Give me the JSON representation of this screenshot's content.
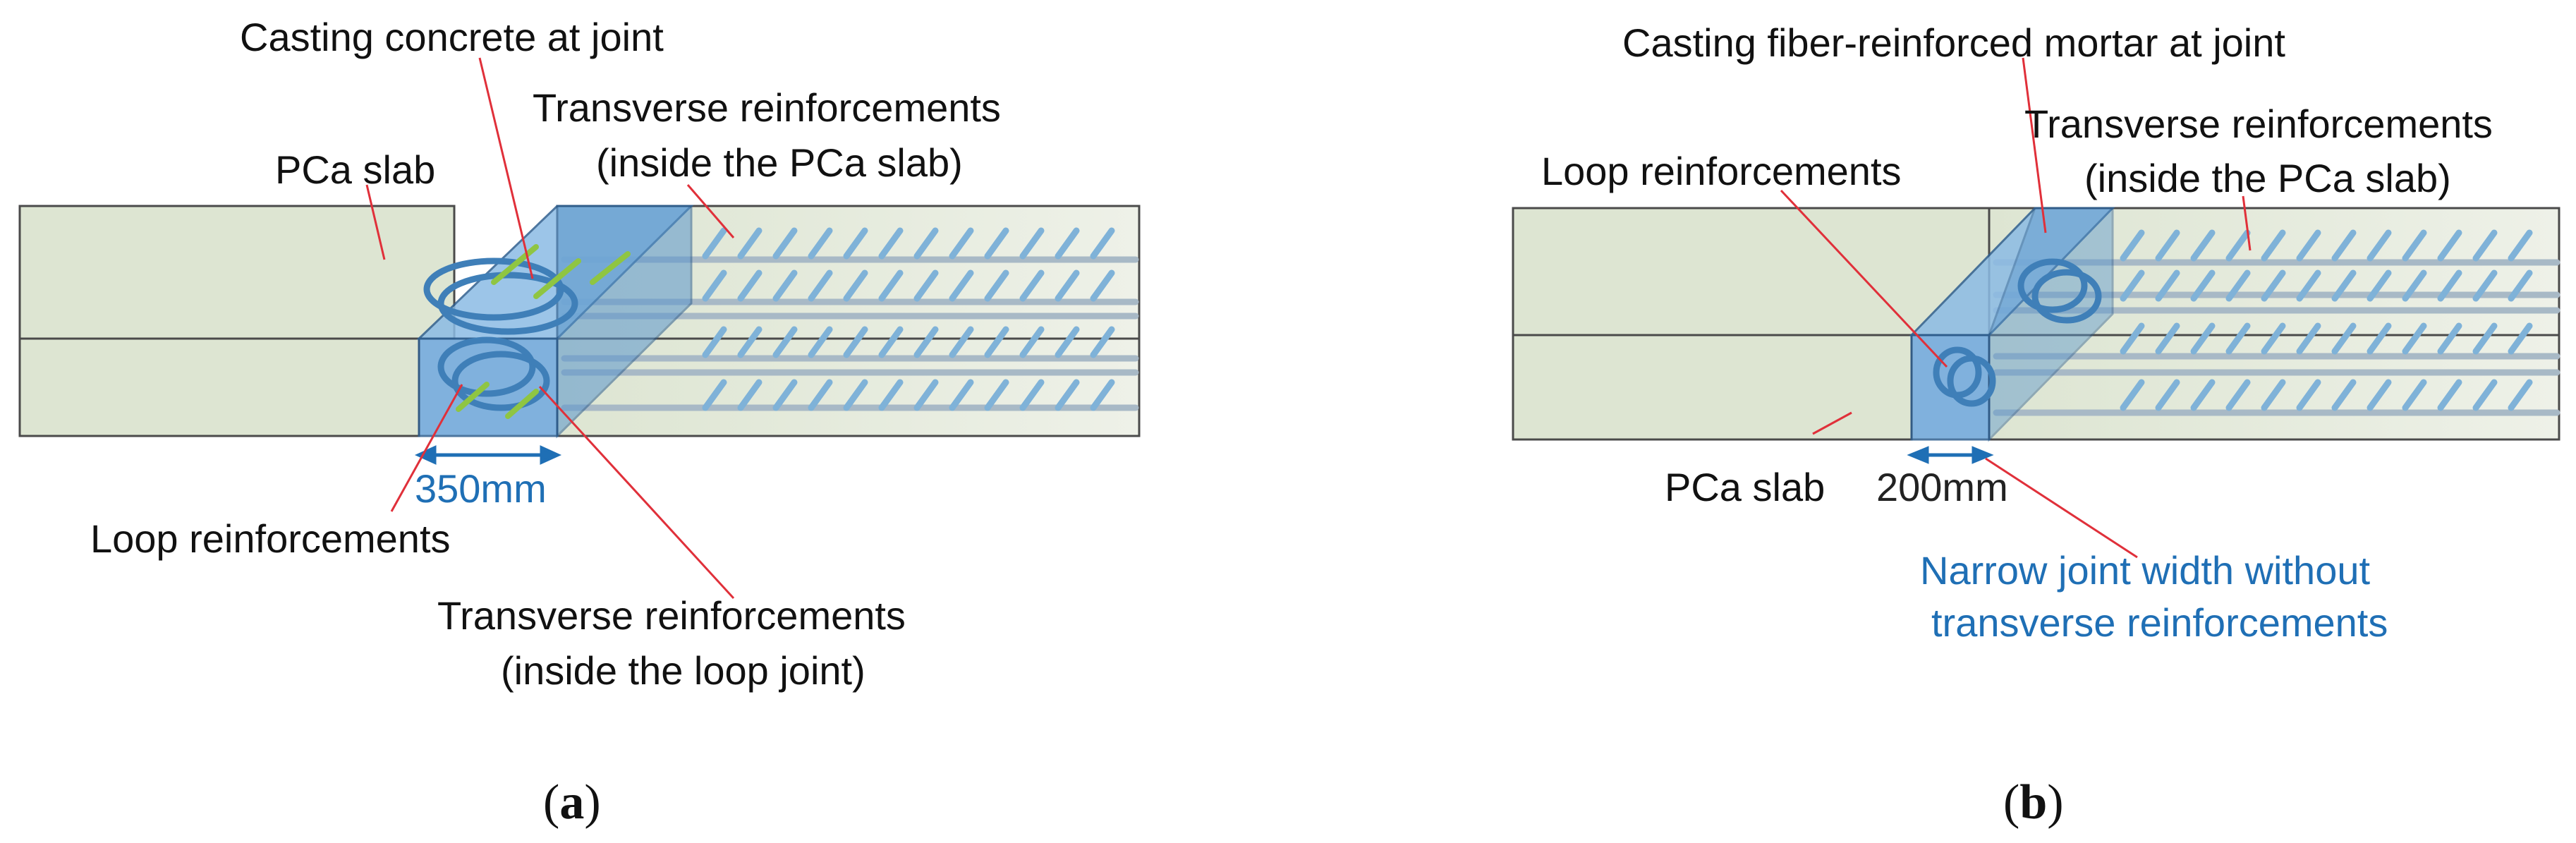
{
  "colors": {
    "slab_fill": "#dde5d2",
    "slab_fill_light": "#e8eddf",
    "slab_edge": "#4a4a4a",
    "joint_fill": "#6aa4d8",
    "joint_front": "#5a96cc",
    "rebar": "#7fb2d8",
    "rebar_gray": "#b7b7b7",
    "green_rebar": "#8fc542",
    "leader": "#e0303a",
    "accent_blue": "#1f6fb5"
  },
  "panel_a": {
    "label_casting": "Casting concrete at joint",
    "label_transverse_slab_1": "Transverse reinforcements",
    "label_transverse_slab_2": "(inside the PCa slab)",
    "label_pca_slab": "PCa slab",
    "label_dimension": "350mm",
    "label_loop": "Loop reinforcements",
    "label_transverse_joint_1": "Transverse reinforcements",
    "label_transverse_joint_2": "(inside the loop joint)",
    "caption_open": "(",
    "caption_letter": "a",
    "caption_close": ")"
  },
  "panel_b": {
    "label_casting": "Casting fiber-reinforced mortar at joint",
    "label_transverse_slab_1": "Transverse reinforcements",
    "label_transverse_slab_2": "(inside the PCa slab)",
    "label_loop": "Loop reinforcements",
    "label_pca_slab": "PCa slab",
    "label_dimension": "200mm",
    "label_narrow_1": "Narrow joint width without",
    "label_narrow_2": "transverse reinforcements",
    "caption_open": "(",
    "caption_letter": "b",
    "caption_close": ")"
  }
}
